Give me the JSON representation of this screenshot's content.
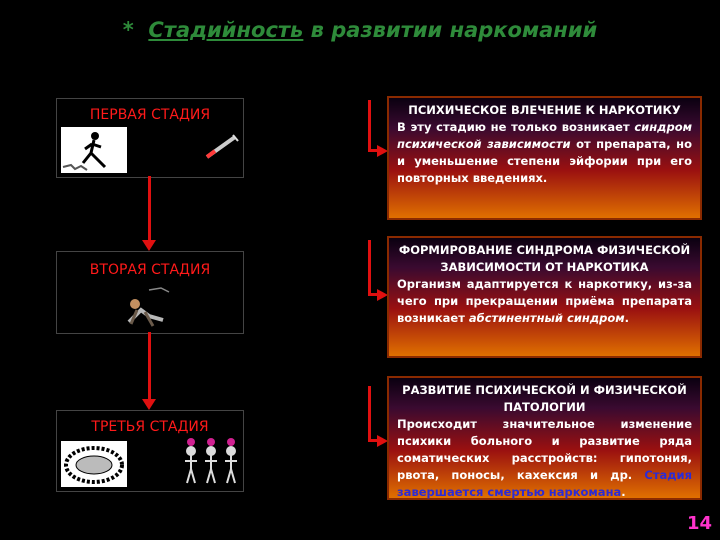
{
  "title": {
    "star": "*",
    "underlined": "Стадийность",
    "rest": " в развитии наркоманий"
  },
  "stages": [
    {
      "label": "ПЕРВАЯ СТАДИЯ"
    },
    {
      "label": "ВТОРАЯ СТАДИЯ"
    },
    {
      "label": "ТРЕТЬЯ СТАДИЯ"
    }
  ],
  "info": [
    {
      "heading": "ПСИХИЧЕСКОЕ ВЛЕЧЕНИЕ К НАРКОТИКУ",
      "text_a": "В эту стадию не только возникает ",
      "text_em": "синдром психической зависимости",
      "text_b": " от препарата, но и уменьшение степени эйфории при его повторных введениях."
    },
    {
      "heading": "ФОРМИРОВАНИЕ СИНДРОМА ФИЗИЧЕСКОЙ ЗАВИСИМОСТИ ОТ НАРКОТИКА",
      "text_a": "Организм адаптируется к наркотику, из-за чего при прекращении приёма препарата возникает ",
      "text_em": "абстинентный синдром",
      "text_b": "."
    },
    {
      "heading": "РАЗВИТИЕ ПСИХИЧЕСКОЙ И ФИЗИЧЕСКОЙ ПАТОЛОГИИ",
      "text_a": "Происходит значительное изменение психики больного и развитие ряда соматических расстройств: гипотония, рвота, поносы, кахексия и др. ",
      "text_b": "Стадия завершается смертью наркомана",
      "text_c": "."
    }
  ],
  "page_number": "14",
  "colors": {
    "title": "#2e8b3a",
    "stage_label": "#ff1a1a",
    "connector": "#e01010",
    "page_number": "#ff33cc"
  }
}
